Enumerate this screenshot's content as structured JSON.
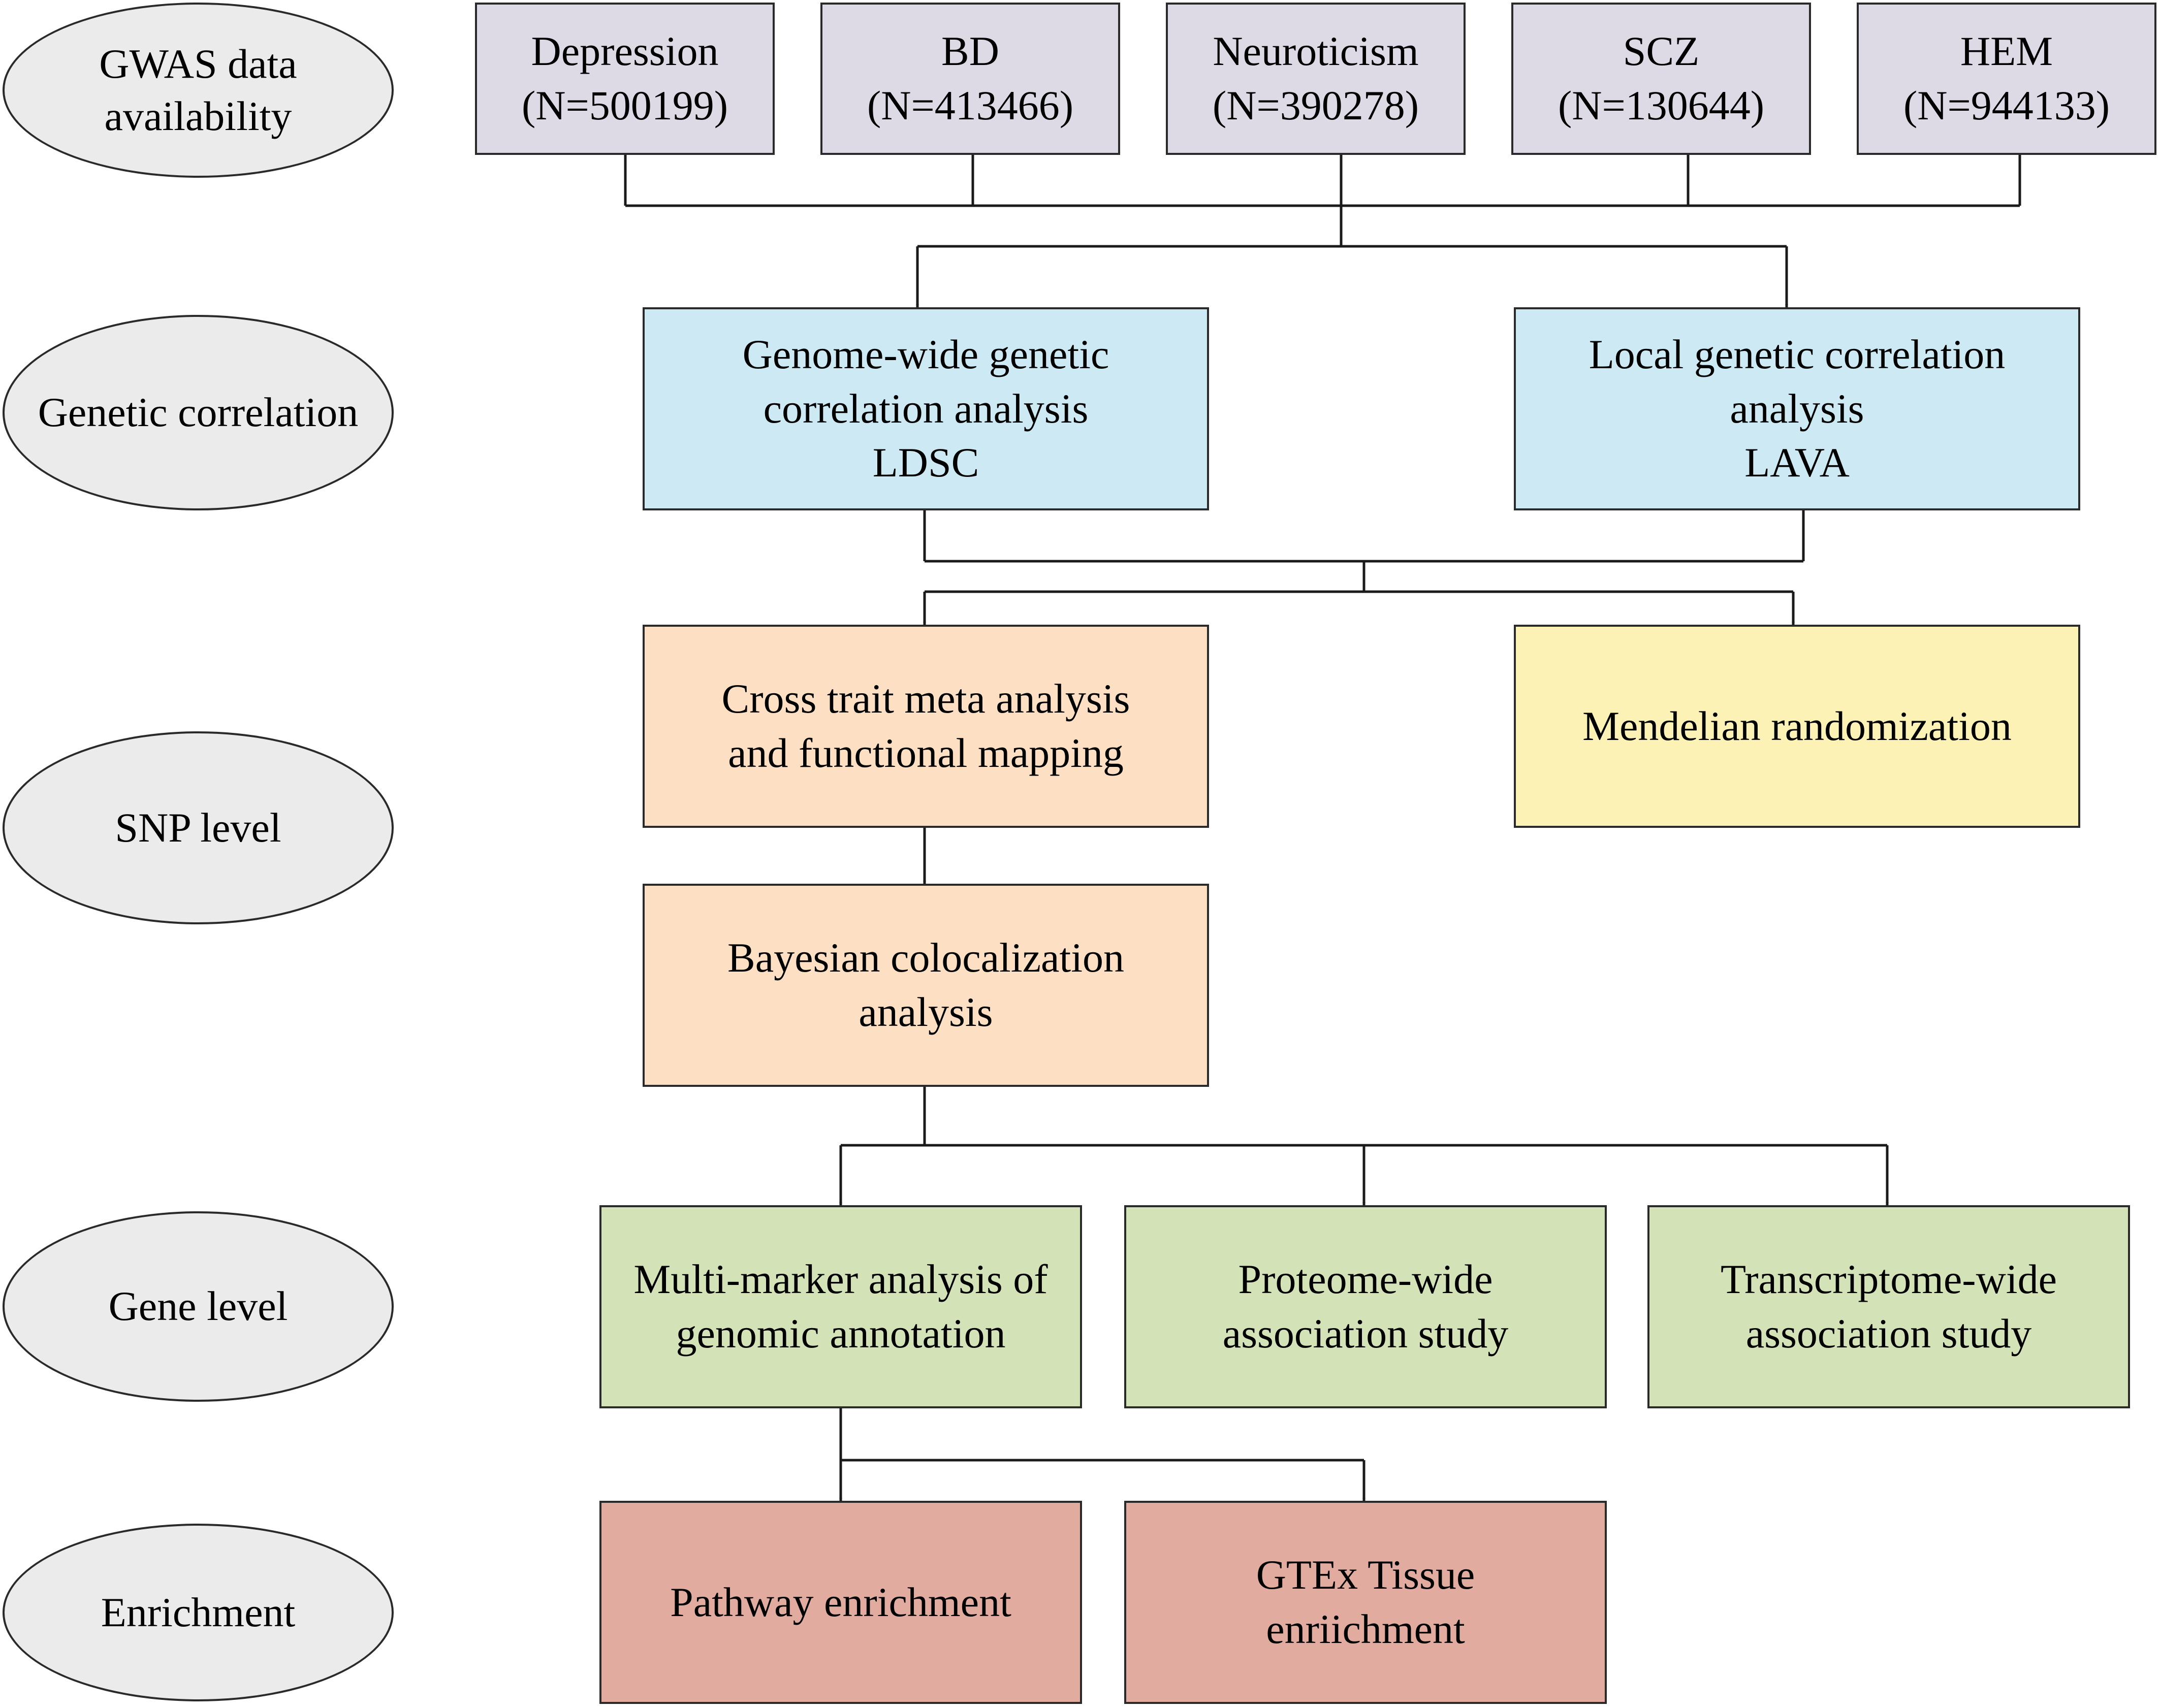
{
  "levels": {
    "gwas": "GWAS data\navailability",
    "genetic_correlation": "Genetic correlation",
    "snp": "SNP level",
    "gene": "Gene level",
    "enrichment": "Enrichment"
  },
  "gwas_nodes": [
    "Depression\n(N=500199)",
    "BD\n(N=413466)",
    "Neuroticism\n(N=390278)",
    "SCZ\n(N=130644)",
    "HEM\n(N=944133)"
  ],
  "correlation_nodes": {
    "ldsc": "Genome-wide genetic\ncorrelation analysis\nLDSC",
    "lava": "Local genetic correlation\nanalysis\nLAVA"
  },
  "snp_nodes": {
    "meta": "Cross trait meta analysis\nand functional mapping",
    "mr": "Mendelian randomization",
    "coloc": "Bayesian colocalization\nanalysis"
  },
  "gene_nodes": {
    "magma": "Multi-marker analysis of\ngenomic annotation",
    "pwas": "Proteome-wide\nassociation study",
    "twas": "Transcriptome-wide\nassociation study"
  },
  "enrichment_nodes": {
    "pathway": "Pathway enrichment",
    "gtex": "GTEx Tissue\nenriichment"
  },
  "colors": {
    "gwas": "#dddae6",
    "correlation": "#cde9f3",
    "snp": "#fde0c3",
    "mr": "#fdf2b6",
    "gene": "#d4e2b8",
    "enrichment": "#e1aba0",
    "level_ellipse": "#ebebeb"
  }
}
